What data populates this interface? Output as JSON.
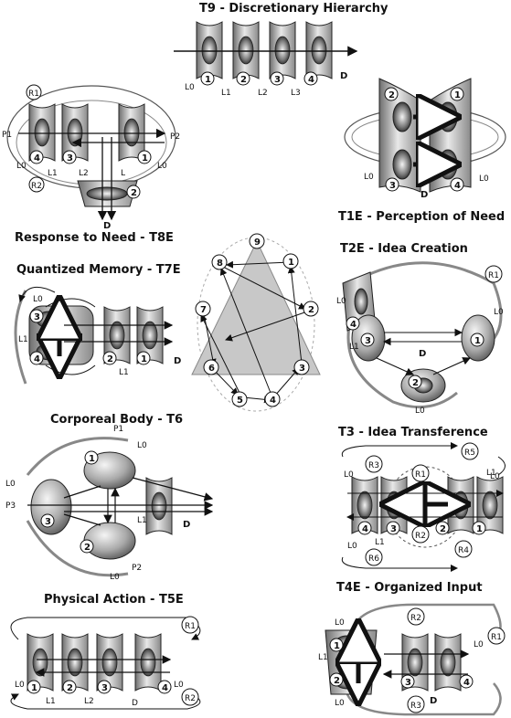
{
  "titles": {
    "t9": "T9 - Discretionary Hierarchy",
    "t1e": "T1E - Perception of Need",
    "t8e": "Response to Need - T8E",
    "t2e": "T2E - Idea Creation",
    "t7e": "Quantized Memory - T7E",
    "t6": "Corporeal Body - T6",
    "t3": "T3 - Idea Transference",
    "t5e": "Physical Action - T5E",
    "t4e": "T4E - Organized Input"
  },
  "enneagram": [
    "1",
    "2",
    "3",
    "4",
    "5",
    "6",
    "7",
    "8",
    "9"
  ],
  "labels": {
    "t9": {
      "n": [
        "1",
        "2",
        "3",
        "4"
      ],
      "L": [
        "L0",
        "L1",
        "L2",
        "L3"
      ],
      "D": "D"
    },
    "t8e": {
      "R": [
        "R1",
        "R2"
      ],
      "P": [
        "P1",
        "P2"
      ],
      "L": [
        "L0",
        "L1",
        "L2",
        "L",
        "L0"
      ],
      "n": [
        "4",
        "3",
        "1",
        "2"
      ],
      "D": "D"
    },
    "t1e": {
      "n": [
        "2",
        "1",
        "3",
        "4"
      ],
      "L": [
        "L0",
        "L0"
      ],
      "D": "D"
    },
    "t7e": {
      "n": [
        "3",
        "4",
        "2",
        "1"
      ],
      "L": [
        "L0",
        "L1",
        "L1"
      ],
      "D": "D"
    },
    "t2e": {
      "n": [
        "4",
        "3",
        "1",
        "2"
      ],
      "R": "R1",
      "L": [
        "L0",
        "L0",
        "L1",
        "L0"
      ],
      "D": "D"
    },
    "t6": {
      "n": [
        "1",
        "3",
        "2"
      ],
      "P": [
        "P1",
        "P3",
        "P2"
      ],
      "L": [
        "L0",
        "L0",
        "L1",
        "L0"
      ],
      "D": "D"
    },
    "t3": {
      "R": [
        "R5",
        "R3",
        "R1",
        "R2",
        "R4",
        "R6"
      ],
      "n": [
        "4",
        "3",
        "2",
        "1"
      ],
      "L": [
        "L0",
        "L1",
        "L1",
        "L0",
        "L0"
      ]
    },
    "t5e": {
      "n": [
        "1",
        "2",
        "3",
        "4"
      ],
      "R": [
        "R1",
        "R2"
      ],
      "L": [
        "L0",
        "L1",
        "L2",
        "D",
        "L0"
      ]
    },
    "t4e": {
      "R": [
        "R1",
        "R2",
        "R3"
      ],
      "n": [
        "1",
        "2",
        "3",
        "4"
      ],
      "L": [
        "L0",
        "L0",
        "L1",
        "L0"
      ],
      "D": "D"
    }
  }
}
